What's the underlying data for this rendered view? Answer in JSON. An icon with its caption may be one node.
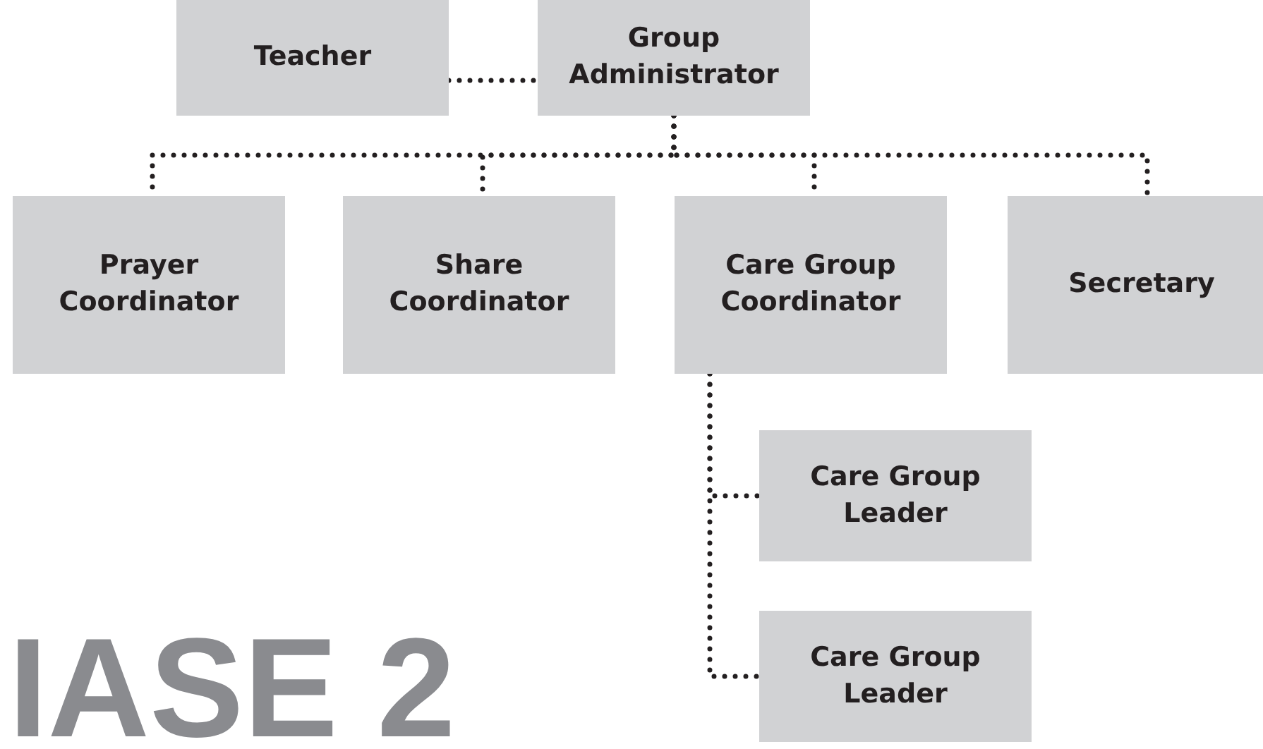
{
  "diagram": {
    "nodes": [
      {
        "text": [
          "Teacher"
        ]
      },
      {
        "text": [
          "Group Administrator"
        ]
      },
      {
        "text": [
          "Prayer Coordinator"
        ]
      },
      {
        "text": [
          "Share Coordinator"
        ]
      },
      {
        "text": [
          "Care Group Coordinator"
        ]
      },
      {
        "text": [
          "Secretary"
        ]
      },
      {
        "text": [
          "Care Group Leader"
        ]
      },
      {
        "text": [
          "Care Group Leader"
        ]
      }
    ],
    "edges": [
      {
        "from": 0,
        "to": 1,
        "arrow": "none",
        "style": "dashed"
      },
      {
        "from": 1,
        "to": 2,
        "arrow": "none",
        "style": "dashed"
      },
      {
        "from": 1,
        "to": 3,
        "arrow": "none",
        "style": "dashed"
      },
      {
        "from": 1,
        "to": 4,
        "arrow": "none",
        "style": "dashed"
      },
      {
        "from": 1,
        "to": 5,
        "arrow": "none",
        "style": "dashed"
      },
      {
        "from": 4,
        "to": 6,
        "arrow": "none",
        "style": "dashed"
      },
      {
        "from": 4,
        "to": 7,
        "arrow": "none",
        "style": "dashed"
      }
    ],
    "labels": [
      "IASE 2"
    ]
  }
}
